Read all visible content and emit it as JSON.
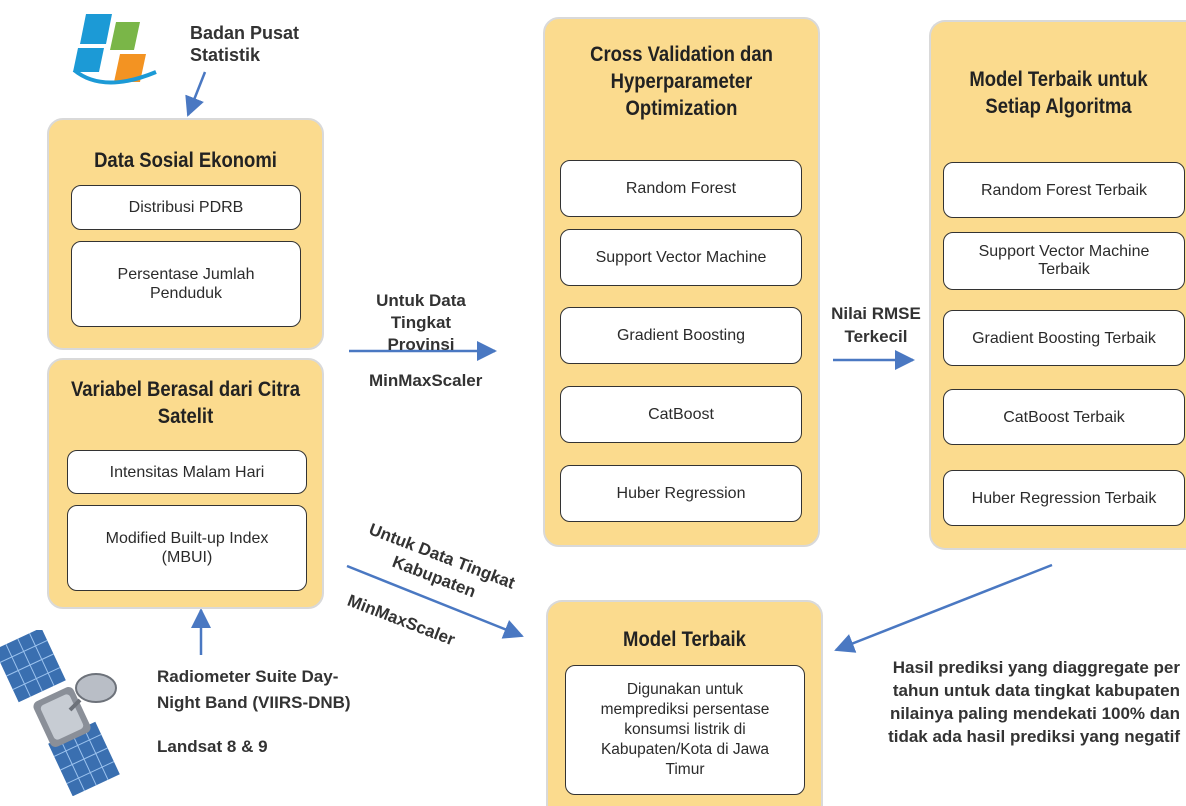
{
  "source": {
    "bps_name": "Badan Pusat\nStatistik",
    "viirs_name": "Radiometer Suite Day-\nNight Band (VIIRS-DNB)",
    "landsat_name": "Landsat 8 & 9"
  },
  "socio": {
    "title": "Data Sosial Ekonomi",
    "items": [
      "Distribusi PDRB",
      "Persentase Jumlah\nPenduduk"
    ]
  },
  "satellite": {
    "title": "Variabel Berasal dari Citra\nSatelit",
    "items": [
      "Intensitas Malam Hari",
      "Modified Built-up Index\n(MBUI)"
    ]
  },
  "edges": {
    "provinsi_label": "Untuk Data\nTingkat Provinsi",
    "provinsi_scaler": "MinMaxScaler",
    "kabupaten_label": "Untuk Data Tingkat\nKabupaten",
    "kabupaten_scaler": "MinMaxScaler",
    "rmse_label": "Nilai RMSE\nTerkecil",
    "aggregate_label": "Hasil prediksi yang diaggregate per\ntahun untuk data tingkat kabupaten\nnilainya paling mendekati 100% dan\ntidak ada hasil prediksi yang negatif"
  },
  "cv": {
    "title": "Cross Validation dan\nHyperparameter\nOptimization",
    "items": [
      "Random Forest",
      "Support Vector Machine",
      "Gradient Boosting",
      "CatBoost",
      "Huber Regression"
    ]
  },
  "best": {
    "title": "Model Terbaik untuk\nSetiap Algoritma",
    "items": [
      "Random Forest Terbaik",
      "Support Vector Machine\nTerbaik",
      "Gradient Boosting Terbaik",
      "CatBoost Terbaik",
      "Huber Regression Terbaik"
    ]
  },
  "final": {
    "title": "Model Terbaik",
    "description": "Digunakan untuk\nmemprediksi persentase\nkonsumsi listrik di\nKabupaten/Kota di Jawa\nTimur"
  },
  "colors": {
    "panel_fill": "#fbdb8e",
    "arrow": "#4a78c2",
    "bps_blue": "#1c9ad6",
    "bps_green": "#7ab648",
    "bps_orange": "#f39322"
  },
  "icons": [
    "bps-logo-icon",
    "satellite-icon"
  ]
}
